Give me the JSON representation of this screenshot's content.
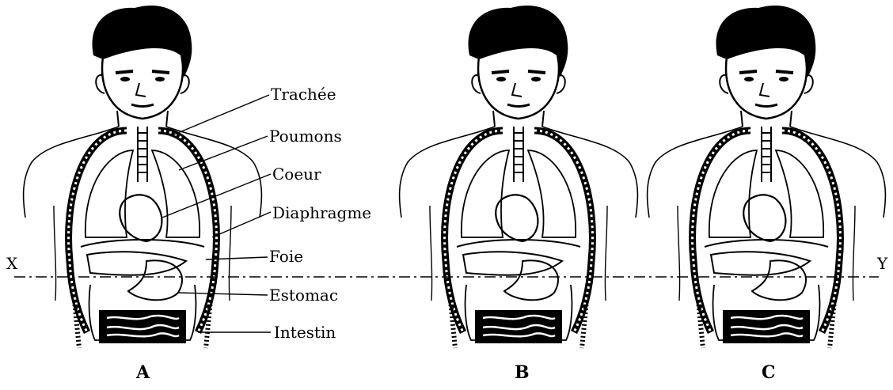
{
  "labels": {
    "trachee": "Trachée",
    "poumons": "Poumons",
    "coeur": "Coeur",
    "diaphragme": "Diaphragme",
    "foie": "Foie",
    "estomac": "Estomac",
    "intestin": "Intestin"
  },
  "figures": {
    "a": "A",
    "b": "B",
    "c": "C"
  },
  "cut_line": {
    "left": "X",
    "right": "Y"
  },
  "colors": {
    "ink": "#000000",
    "paper": "#ffffff"
  }
}
